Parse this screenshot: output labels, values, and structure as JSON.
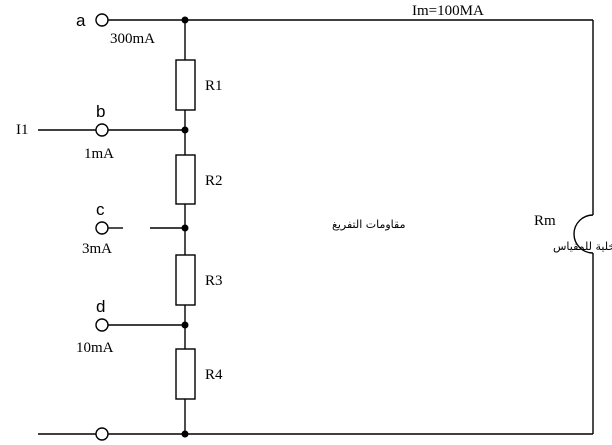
{
  "terminals": {
    "a": "a",
    "b": "b",
    "c": "c",
    "d": "d"
  },
  "ranges": {
    "a": "300mA",
    "b": "1mA",
    "c": "3mA",
    "d": "10mA"
  },
  "input_label": "I1",
  "meter_current": "Im=100MA",
  "resistors": {
    "r1": "R1",
    "r2": "R2",
    "r3": "R3",
    "r4": "R4"
  },
  "meter": {
    "label": "Rm",
    "description": "المقاومة الداخلية للمقياس"
  },
  "shunt_description": "مقاومات التفريغ"
}
